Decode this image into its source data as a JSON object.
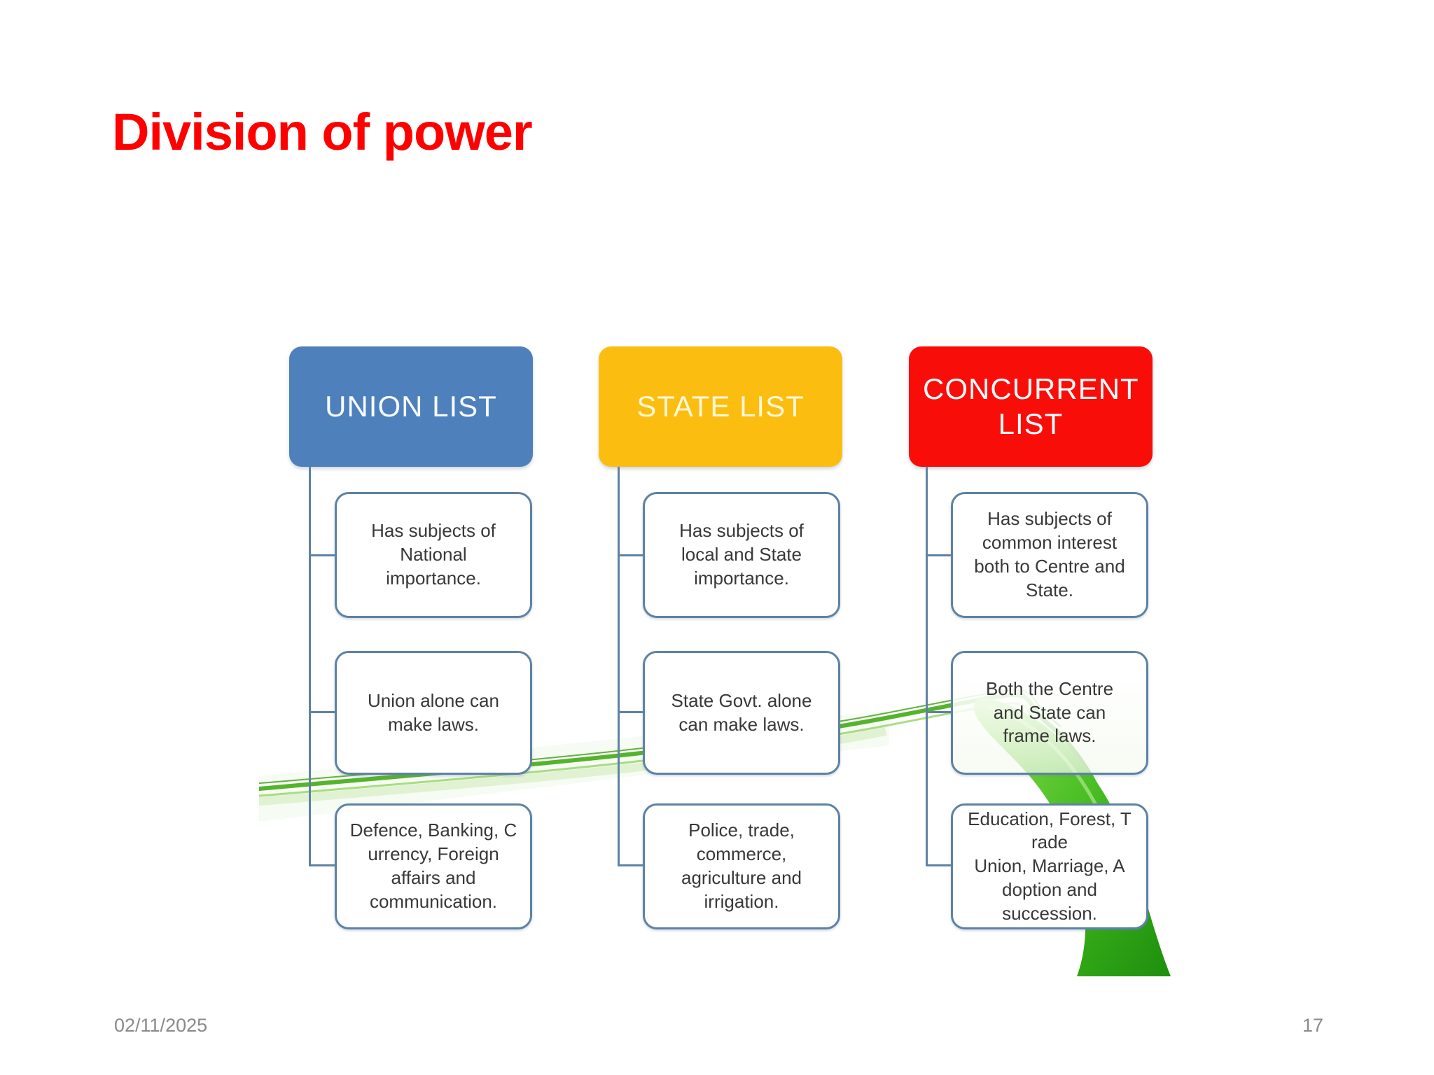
{
  "slide": {
    "title": "Division of power",
    "footer": {
      "date": "02/11/2025",
      "page_number": "17"
    }
  },
  "colors": {
    "title_red": "#FF0000",
    "union_blue": "#4E80BC",
    "state_yellow": "#FBBE10",
    "concurrent_red": "#F90D09",
    "box_border_blue": "#5E82A4",
    "connector_blue": "#5E82A4",
    "swoosh_green": "#3FAE1C",
    "footer_gray": "#8A8A8A"
  },
  "diagram": {
    "columns": [
      {
        "id": "union-list",
        "header": "UNION LIST",
        "header_color": "#4E80BC",
        "items": [
          "Has subjects of\nNational\nimportance.",
          "Union alone can\nmake laws.",
          "Defence, Banking, C\nurrency, Foreign\naffairs and\ncommunication."
        ]
      },
      {
        "id": "state-list",
        "header": "STATE LIST",
        "header_color": "#FBBE10",
        "items": [
          "Has subjects of\nlocal and State\nimportance.",
          "State Govt. alone\ncan make laws.",
          "Police, trade,\ncommerce,\nagriculture and\nirrigation."
        ]
      },
      {
        "id": "concurrent-list",
        "header": "CONCURRENT LIST",
        "header_color": "#F90D09",
        "items": [
          "Has subjects of\ncommon interest\nboth to Centre and\nState.",
          "Both the Centre\nand State can\nframe laws.",
          "Education, Forest, T\nrade\nUnion, Marriage, A\ndoption and\nsuccession."
        ]
      }
    ]
  }
}
